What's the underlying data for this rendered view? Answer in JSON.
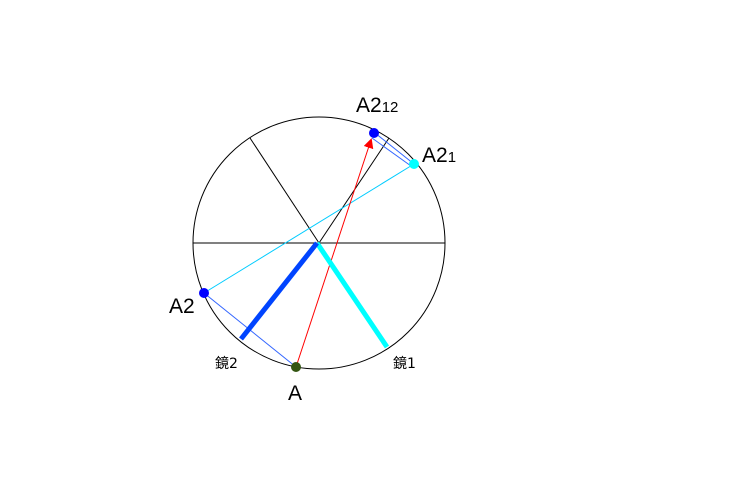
{
  "labels": {
    "a": "A",
    "a2": "A2",
    "a21_main": "A2",
    "a21_sub": "1",
    "a212_main": "A2",
    "a212_sub": "12",
    "mirror1": "鏡1",
    "mirror2": "鏡2"
  },
  "colors": {
    "circle": "#000000",
    "mirror1": "#00ffff",
    "mirror2": "#0044ff",
    "ray_a_to_a212": "#ff0000",
    "ray_a2_to_a21": "#00ccff",
    "ray_a_to_a2": "#3366ff",
    "point_a": "#335511",
    "point_a2": "#0000ff",
    "point_a21": "#00ffff",
    "point_a212": "#0000ff"
  }
}
